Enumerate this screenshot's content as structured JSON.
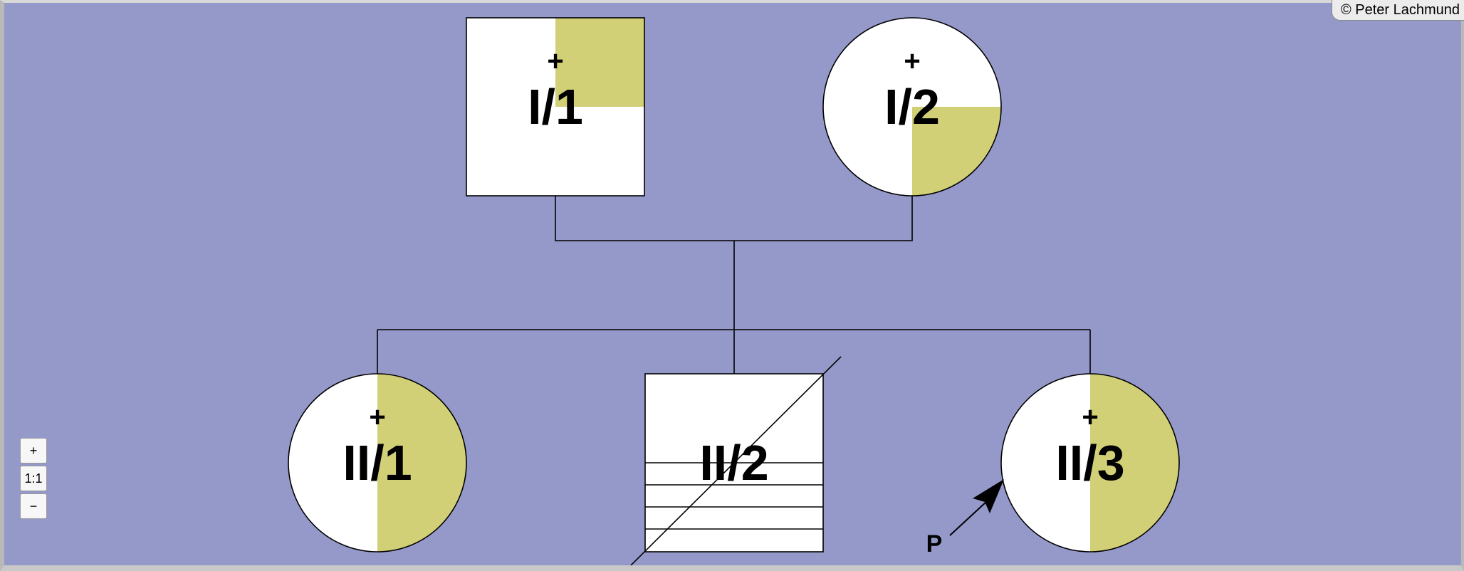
{
  "copyright": "© Peter Lachmund",
  "zoom_controls": {
    "zoom_in": "+",
    "reset": "1:1",
    "zoom_out": "−"
  },
  "colors": {
    "background": "#9599c9",
    "affected_fill": "#d2d077",
    "symbol_fill": "#ffffff",
    "line": "#000000"
  },
  "pedigree": {
    "individuals": [
      {
        "id": "I/1",
        "label": "I/1",
        "generation": "I",
        "sex": "male",
        "deceased_marker": "+",
        "affected_quadrant": "top-right"
      },
      {
        "id": "I/2",
        "label": "I/2",
        "generation": "I",
        "sex": "female",
        "deceased_marker": "+",
        "affected_quadrant": "bottom-right"
      },
      {
        "id": "II/1",
        "label": "II/1",
        "generation": "II",
        "sex": "female",
        "deceased_marker": "+",
        "affected_quadrant": "right-half"
      },
      {
        "id": "II/2",
        "label": "II/2",
        "generation": "II",
        "sex": "male",
        "deceased_marker": "",
        "pattern": "horizontal-stripes",
        "struck_through": true
      },
      {
        "id": "II/3",
        "label": "II/3",
        "generation": "II",
        "sex": "female",
        "deceased_marker": "+",
        "affected_quadrant": "right-half",
        "proband": true
      }
    ],
    "proband_label": "P"
  }
}
